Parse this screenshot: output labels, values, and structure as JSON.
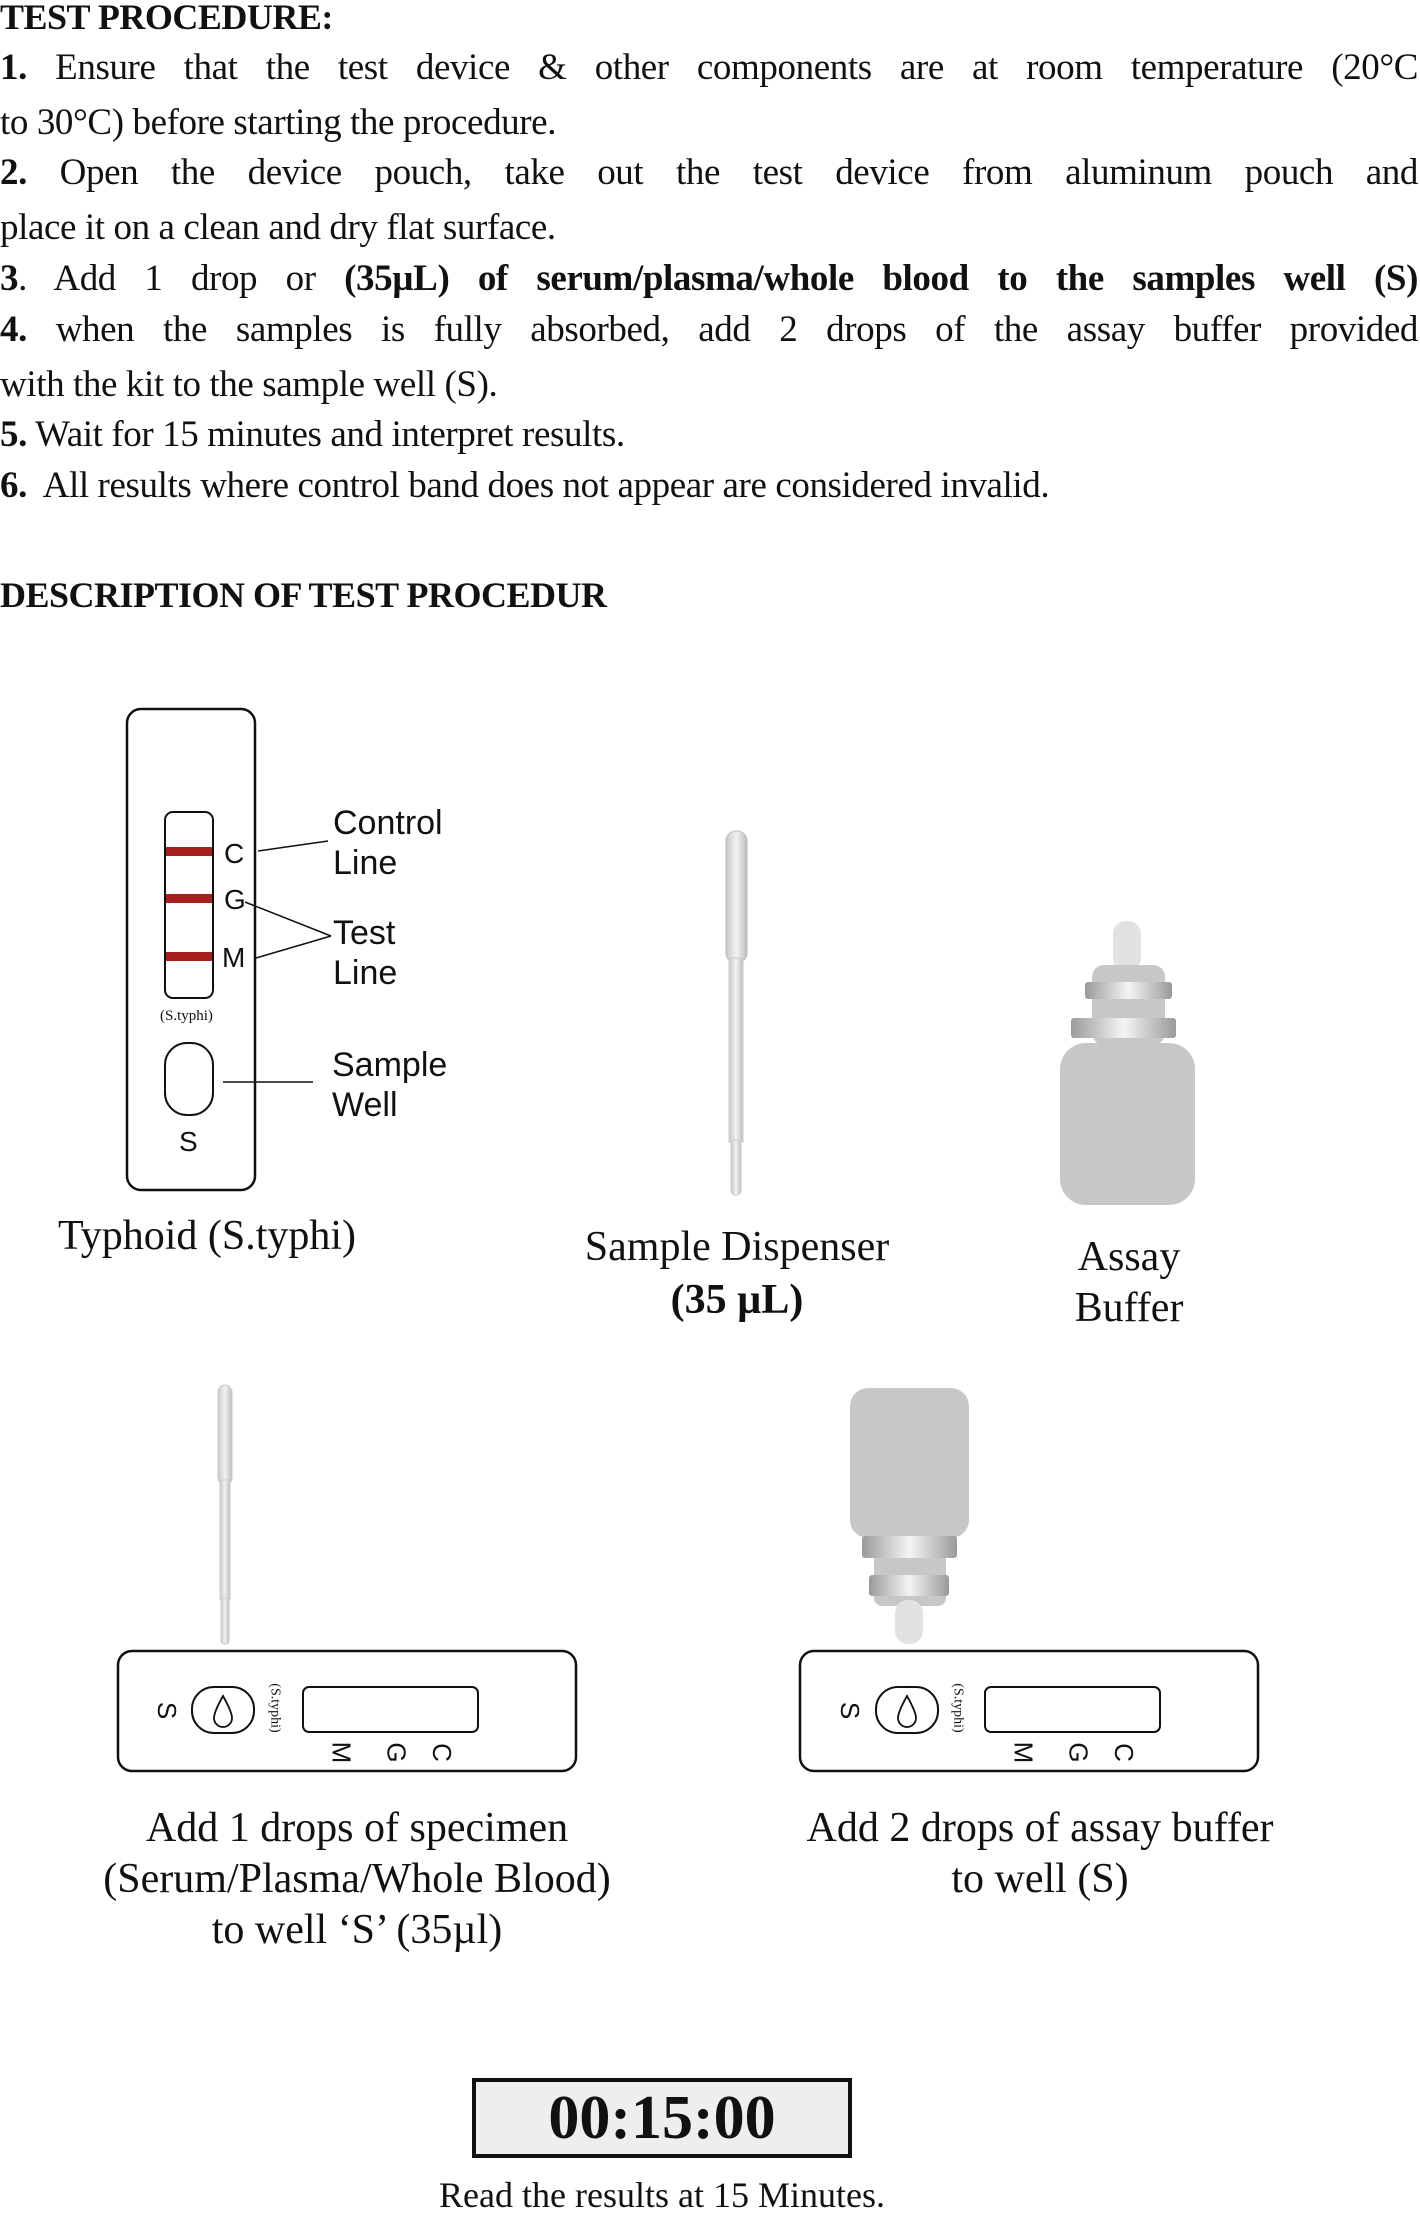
{
  "procedure": {
    "title": "TEST PROCEDURE:",
    "steps": [
      {
        "num": "1.",
        "lines": [
          "Ensure that the test device & other components are at room temperature (20°C",
          "to 30°C) before starting the procedure."
        ]
      },
      {
        "num": "2.",
        "lines": [
          "Open the device pouch, take out the test device from aluminum pouch and",
          "place it on a clean and dry flat surface."
        ]
      },
      {
        "num": "3",
        "pre": ". Add 1 drop or ",
        "bold": "(35µL) of serum/plasma/whole blood to the samples well (S)"
      },
      {
        "num": "4.",
        "lines": [
          "when the samples is fully absorbed, add 2 drops of the assay buffer provided",
          "with the kit to the sample well (S)."
        ]
      },
      {
        "num": "5.",
        "lines": [
          "Wait for 15 minutes and interpret results."
        ]
      },
      {
        "num": "6.",
        "lines": [
          "All results where control band does not appear are considered invalid."
        ]
      }
    ]
  },
  "description": {
    "title": "DESCRIPTION OF  TEST PROCEDUR",
    "device": {
      "letters": [
        "C",
        "G",
        "M"
      ],
      "strain_label": "(S.typhi)",
      "well_letter": "S",
      "control_label": [
        "Control",
        "Line"
      ],
      "test_label": [
        "Test",
        "Line"
      ],
      "sample_label": [
        "Sample",
        "Well"
      ],
      "caption": "Typhoid (S.typhi)",
      "band_color": "#a8201d"
    },
    "dispenser": {
      "caption": "Sample Dispenser",
      "volume": "(35 µL)"
    },
    "buffer": {
      "caption": [
        "Assay",
        "Buffer"
      ]
    },
    "step_specimen": {
      "caption": [
        "Add 1 drops of specimen",
        "(Serum/Plasma/Whole Blood)",
        "to well ‘S’ (35µl)"
      ]
    },
    "step_buffer": {
      "caption": [
        "Add 2 drops of assay buffer",
        "to well (S)"
      ]
    },
    "timer": {
      "value": "00:15:00",
      "note": "Read the results at 15 Minutes."
    }
  }
}
